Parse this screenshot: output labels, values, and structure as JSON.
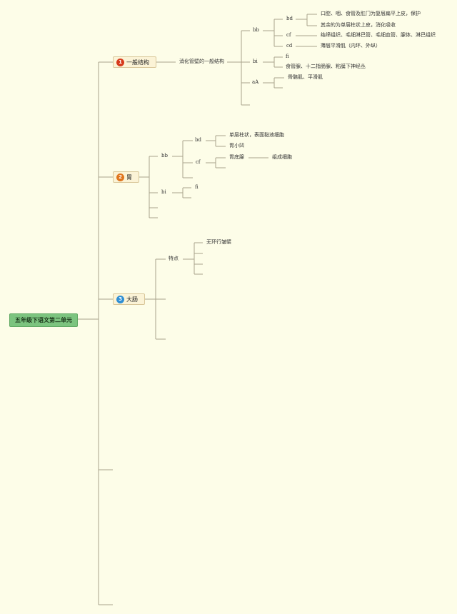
{
  "root": "五年级下语文第二单元",
  "branches": [
    {
      "num": "1",
      "label": "一般结构",
      "color": "#d63a1c"
    },
    {
      "num": "2",
      "label": "胃",
      "color": "#e0761e"
    },
    {
      "num": "3",
      "label": "大肠",
      "color": "#2f8fd4"
    }
  ],
  "b1": {
    "child": "消化管壁的一般结构",
    "bb": "bb",
    "bd": "bd",
    "bd_items": [
      "口腔、咽、食管及肛门为复层扁平上皮，保护",
      "其余的为单层柱状上皮，消化吸收"
    ],
    "cf": "cf",
    "cf_item": "结缔组织、毛细淋巴管、毛细血管、腺体、淋巴组织",
    "cd": "cd",
    "cd_item": "薄层平滑肌（内环、外纵）",
    "bi": "bi",
    "fi": "fi",
    "bi_item": "食管腺、十二指肠腺、粘膜下神经丛",
    "aA": "aA",
    "aA_item": "骨骼肌、平滑肌"
  },
  "b2": {
    "bb": "bb",
    "bd": "bd",
    "bd_items": [
      "单层柱状，表面黏液细胞",
      "胃小凹"
    ],
    "cf": "cf",
    "cf_item": "胃底腺",
    "cf_sub": "组成细胞",
    "bi": "bi",
    "fi": "fi"
  },
  "b3": {
    "child": "特点",
    "item": "无环行皱襞"
  }
}
